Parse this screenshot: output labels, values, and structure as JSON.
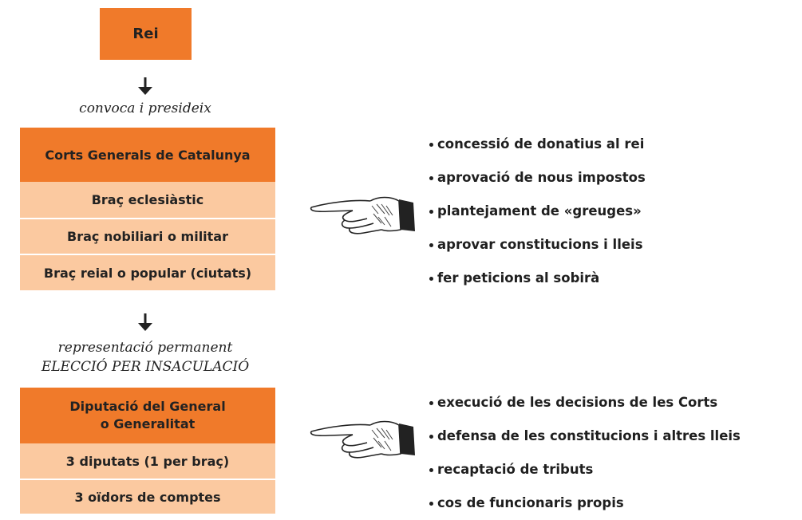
{
  "king": {
    "label": "Rei"
  },
  "caption1": "convoca i presideix",
  "corts": {
    "title": "Corts Generals de Catalunya",
    "arms": [
      "Braç eclesiàstic",
      "Braç nobiliari o militar",
      "Braç reial o popular (ciutats)"
    ]
  },
  "corts_functions": [
    "concessió de donatius al rei",
    "aprovació de nous impostos",
    "plantejament de «greuges»",
    "aprovar constitucions i lleis",
    "fer peticions al sobirà"
  ],
  "caption2_line1": "representació permanent",
  "caption2_line2": "ELECCIÓ PER INSACULACIÓ",
  "diputacio": {
    "title_line1": "Diputació del General",
    "title_line2": "o Generalitat",
    "members": [
      "3 diputats (1 per braç)",
      "3 oïdors de comptes"
    ]
  },
  "diputacio_functions": [
    "execució de les decisions de les Corts",
    "defensa de les constitucions i altres lleis",
    "recaptació de tributs",
    "cos de funcionaris propis"
  ],
  "colors": {
    "dark_orange": "#f07a2a",
    "light_orange": "#fbc9a0"
  }
}
